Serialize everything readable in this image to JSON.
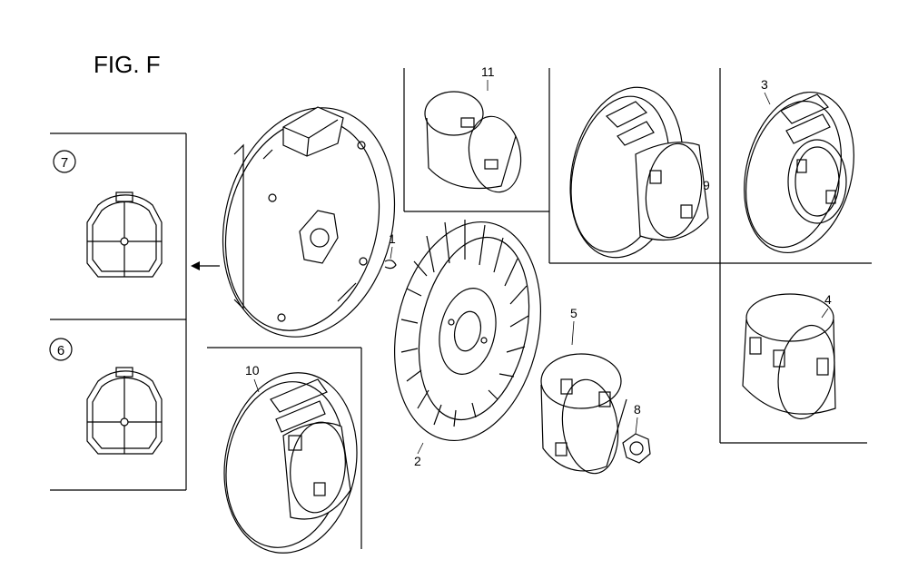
{
  "figure": {
    "title": "FIG. F"
  },
  "parts": {
    "p1": "1",
    "p2": "2",
    "p3": "3",
    "p4": "4",
    "p5": "5",
    "p6": "6",
    "p7": "7",
    "p8": "8",
    "p9": "9",
    "p10": "10",
    "p11": "11"
  },
  "icons": {
    "pointer": "arrow-left-icon"
  }
}
